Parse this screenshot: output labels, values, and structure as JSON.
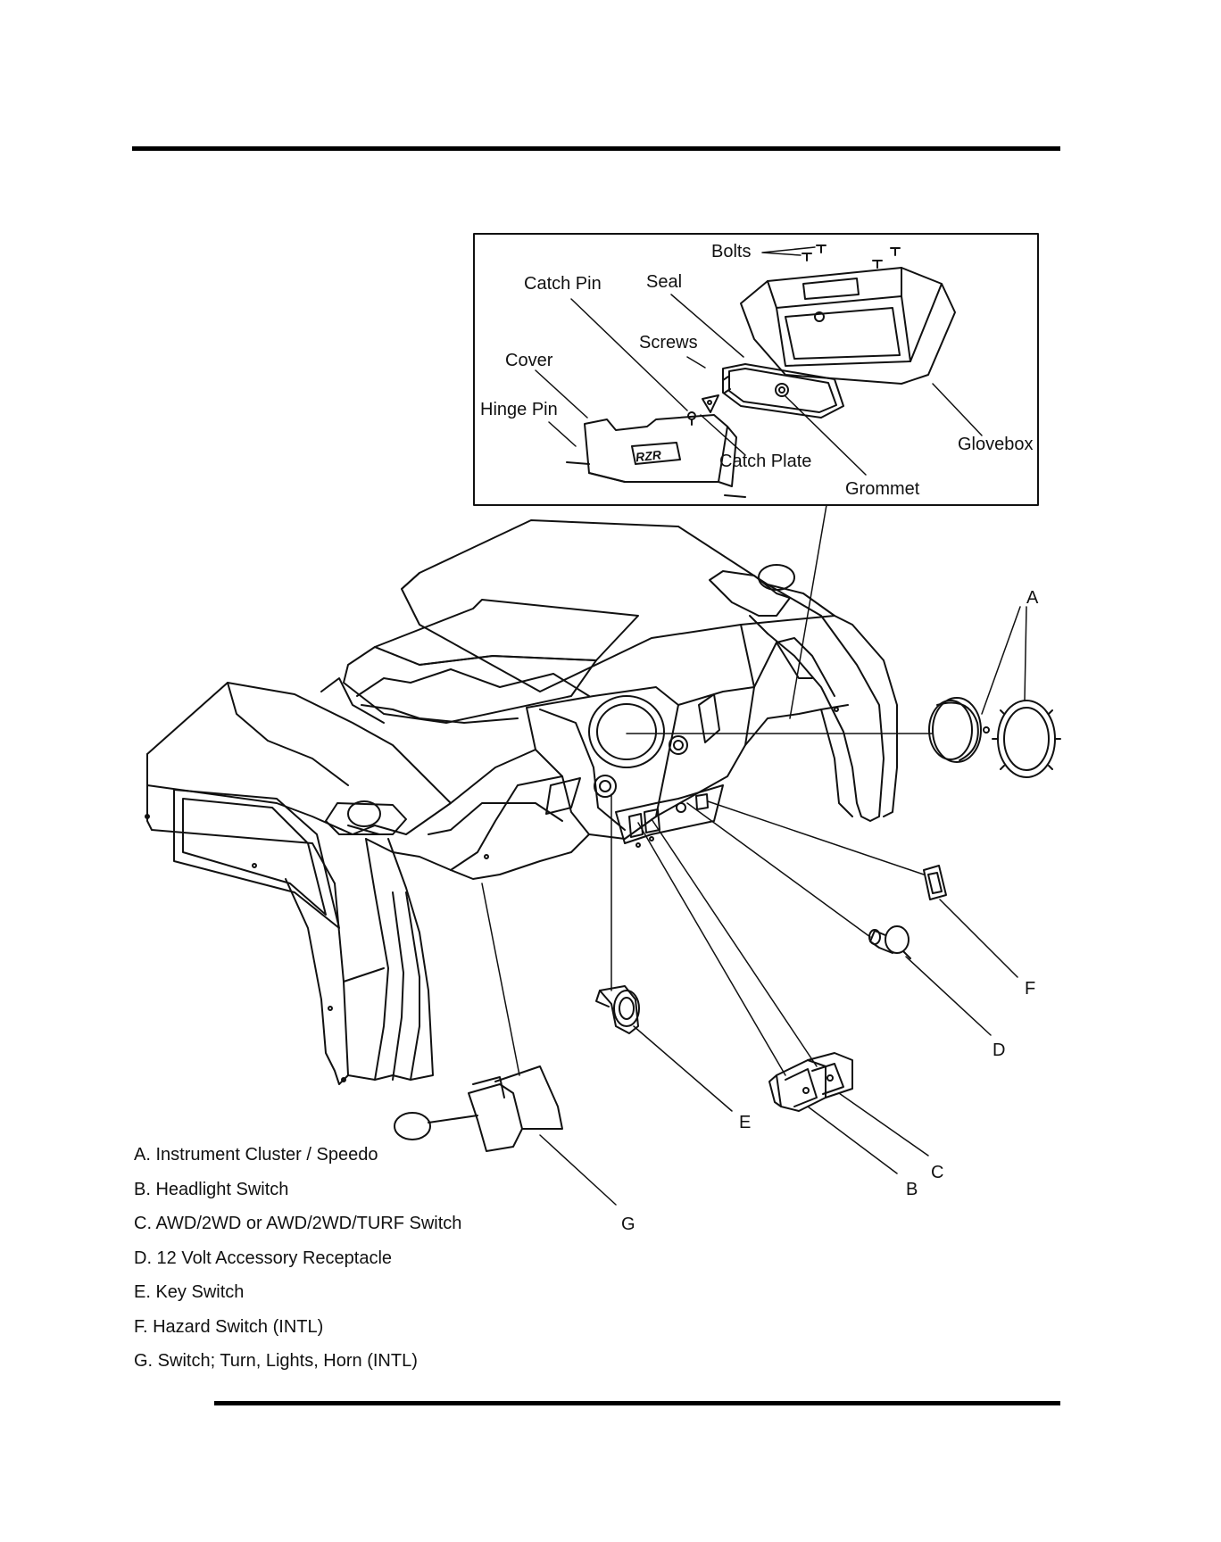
{
  "callouts": {
    "bolts": "Bolts",
    "catch_pin": "Catch Pin",
    "seal": "Seal",
    "screws": "Screws",
    "cover": "Cover",
    "hinge_pin": "Hinge Pin",
    "catch_plate": "Catch Plate",
    "glovebox": "Glovebox",
    "grommet": "Grommet",
    "a": "A",
    "b": "B",
    "c": "C",
    "d": "D",
    "e": "E",
    "f": "F",
    "g": "G"
  },
  "legend": [
    "A. Instrument Cluster / Speedo",
    "B. Headlight Switch",
    "C. AWD/2WD or AWD/2WD/TURF Switch",
    "D. 12 Volt Accessory Receptacle",
    "E. Key Switch",
    "F. Hazard Switch (INTL)",
    "G. Switch; Turn, Lights, Horn (INTL)"
  ],
  "inset_logo": "RZR"
}
